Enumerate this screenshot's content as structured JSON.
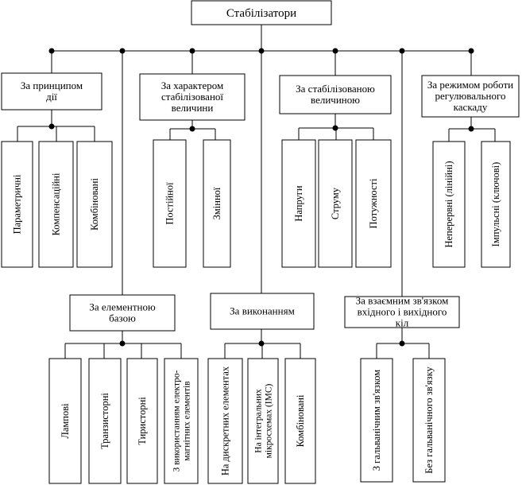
{
  "root": {
    "label": "Стабілізатори"
  },
  "top_categories": [
    {
      "label_lines": [
        "За принципом",
        "дії"
      ],
      "children": [
        "Параметричні",
        "Компенсаційні",
        "Комбіновані"
      ]
    },
    {
      "label_lines": [
        "За характером",
        "стабілізованої",
        "величини"
      ],
      "children": [
        "Постійної",
        "Змінної"
      ]
    },
    {
      "label_lines": [
        "За стабілізованою",
        "величиною"
      ],
      "children": [
        "Напруги",
        "Струму",
        "Потужності"
      ]
    },
    {
      "label_lines": [
        "За режимом роботи",
        "регулювального",
        "каскаду"
      ],
      "children": [
        "Неперервні (лінійні)",
        "Імпульсні (ключові)"
      ]
    }
  ],
  "bottom_categories": [
    {
      "label_lines": [
        "За елементною",
        "базою"
      ],
      "children": [
        {
          "lines": [
            "Лампові"
          ]
        },
        {
          "lines": [
            "Транзисторні"
          ]
        },
        {
          "lines": [
            "Тиристорні"
          ]
        },
        {
          "lines": [
            "З використанням електро-",
            "магнітних елементів"
          ]
        }
      ]
    },
    {
      "label_lines": [
        "За виконанням"
      ],
      "children": [
        {
          "lines": [
            "На дискретних елементах"
          ]
        },
        {
          "lines": [
            "На інтегральних",
            "мікросхемах (ІМС)"
          ]
        },
        {
          "lines": [
            "Комбіновані"
          ]
        }
      ]
    },
    {
      "label_lines": [
        "За взаємним зв'язком",
        "вхідного і вихідного",
        "кіл"
      ],
      "children": [
        {
          "lines": [
            "З гальванічним зв'язком"
          ]
        },
        {
          "lines": [
            "Без гальванічного зв'язку"
          ]
        }
      ]
    }
  ]
}
